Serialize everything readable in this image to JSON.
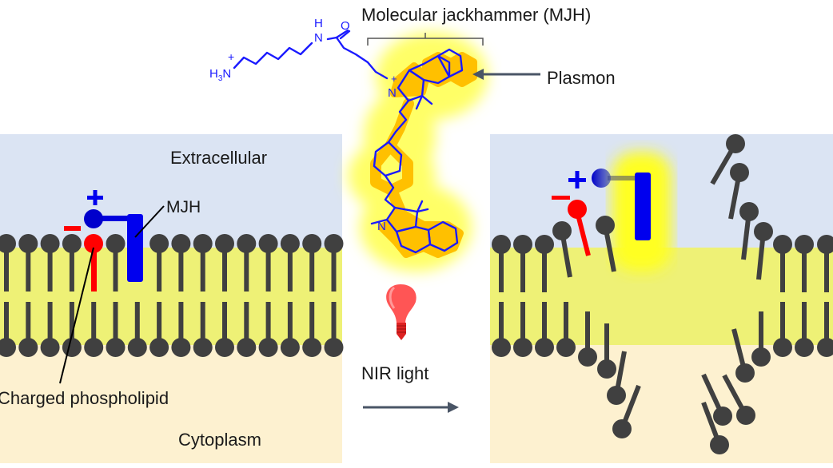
{
  "labels": {
    "title": "Molecular jackhammer (MJH)",
    "plasmon": "Plasmon",
    "extracellular": "Extracellular",
    "mjh": "MJH",
    "charged_phospholipid": "Charged phospholipid",
    "cytoplasm": "Cytoplasm",
    "nir_light": "NIR light",
    "plus": "+",
    "minus": "−"
  },
  "chemistry": {
    "amine_h3": "H",
    "amine_sub": "3",
    "amine_n": "N",
    "amide_h": "H",
    "amide_n": "N",
    "carbonyl_o": "O",
    "indolium_n": "N",
    "indole_n": "N",
    "charge_plus": "+"
  },
  "colors": {
    "extracellular_bg": "#dbe4f3",
    "membrane_bg": "#eef176",
    "cytoplasm_bg": "#fdf1d0",
    "lipid": "#404040",
    "mjh_blue": "#0000ee",
    "charged_red": "#ff0000",
    "arrow_gray": "#4a5566",
    "glow_yellow": "#ffff33",
    "molecule_orange": "#ffc000"
  }
}
